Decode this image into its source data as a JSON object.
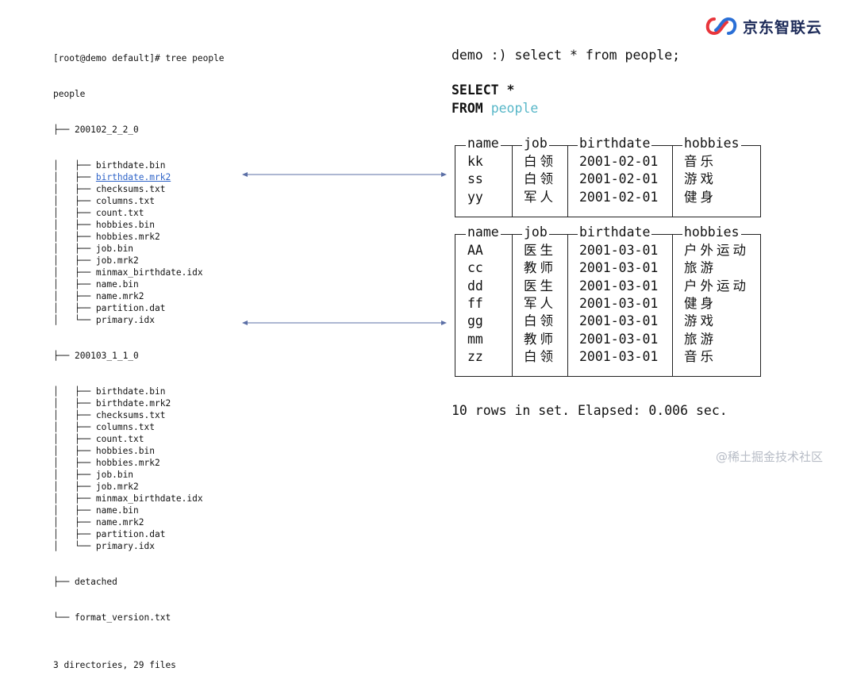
{
  "brand": {
    "name": "京东智联云"
  },
  "terminal": {
    "command_line": "[root@demo default]# tree people",
    "root": "people",
    "partition1": {
      "name": "200102_2_2_0",
      "files": [
        "birthdate.bin",
        "birthdate.mrk2",
        "checksums.txt",
        "columns.txt",
        "count.txt",
        "hobbies.bin",
        "hobbies.mrk2",
        "job.bin",
        "job.mrk2",
        "minmax_birthdate.idx",
        "name.bin",
        "name.mrk2",
        "partition.dat",
        "primary.idx"
      ]
    },
    "partition2": {
      "name": "200103_1_1_0",
      "files": [
        "birthdate.bin",
        "birthdate.mrk2",
        "checksums.txt",
        "columns.txt",
        "count.txt",
        "hobbies.bin",
        "hobbies.mrk2",
        "job.bin",
        "job.mrk2",
        "minmax_birthdate.idx",
        "name.bin",
        "name.mrk2",
        "partition.dat",
        "primary.idx"
      ]
    },
    "detached": "detached",
    "format_version": "format_version.txt",
    "summary": "3 directories, 29 files"
  },
  "query": {
    "prompt": "demo :) select * from people;",
    "select_line": "SELECT *",
    "from_keyword": "FROM",
    "table_name": "people",
    "headers": [
      "name",
      "job",
      "birthdate",
      "hobbies"
    ],
    "result1": [
      [
        "kk",
        "白领",
        "2001-02-01",
        "音乐"
      ],
      [
        "ss",
        "白领",
        "2001-02-01",
        "游戏"
      ],
      [
        "yy",
        "军人",
        "2001-02-01",
        "健身"
      ]
    ],
    "result2": [
      [
        "AA",
        "医生",
        "2001-03-01",
        "户外运动"
      ],
      [
        "cc",
        "教师",
        "2001-03-01",
        "旅游"
      ],
      [
        "dd",
        "医生",
        "2001-03-01",
        "户外运动"
      ],
      [
        "ff",
        "军人",
        "2001-03-01",
        "健身"
      ],
      [
        "gg",
        "白领",
        "2001-03-01",
        "游戏"
      ],
      [
        "mm",
        "教师",
        "2001-03-01",
        "旅游"
      ],
      [
        "zz",
        "白领",
        "2001-03-01",
        "音乐"
      ]
    ],
    "footer": "10 rows in set. Elapsed: 0.006 sec."
  },
  "watermark": "@稀土掘金技术社区",
  "colors": {
    "link": "#2f64c8",
    "table_name": "#58b7c8",
    "arrow": "#5b6fa6",
    "watermark": "#b7bcc6"
  }
}
